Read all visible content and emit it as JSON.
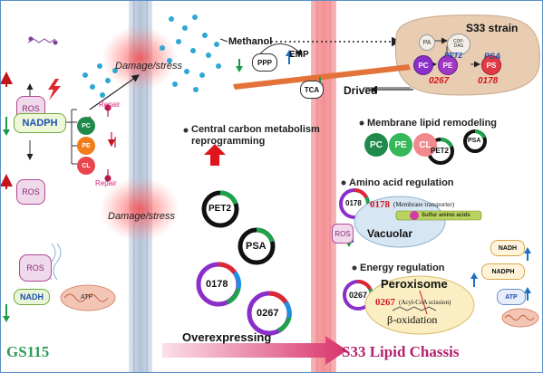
{
  "left": {
    "ros_top": "ROS",
    "ros_mid": "ROS",
    "ros_lower": "ROS",
    "nadph": "NADPH",
    "nadh": "NADH",
    "pc": "PC",
    "pe": "PE",
    "cl": "CL",
    "repair_top": "Repair",
    "repair_bottom": "Repair",
    "atp": "ATP",
    "gs115": "GS115"
  },
  "membrane": {
    "damage_top": "Damage/stress",
    "damage_bottom": "Damage/stress"
  },
  "center": {
    "methanol": "Methanol",
    "ppp": "PPP",
    "emp": "EMP",
    "tca": "TCA",
    "drived": "Drived",
    "ccm_line1": "Central carbon metabolism",
    "ccm_line2": "reprogramming",
    "plasmids": [
      "PET2",
      "PSA",
      "0178",
      "0267"
    ],
    "overexpressing": "Overexpressing"
  },
  "s33": {
    "title": "S33 strain",
    "pa": "PA",
    "cdp_line1": "CDP-",
    "cdp_line2": "DAG",
    "pc": "PC",
    "pe": "PE",
    "ps": "PS",
    "pet2": "PET2",
    "psa": "PSA",
    "g0267": "0267",
    "g0178": "0178"
  },
  "right": {
    "membrane_title": "Membrane lipid remodeling",
    "pc": "PC",
    "pe": "PE",
    "cl": "CL",
    "pet2": "PET2",
    "psa": "PSA",
    "amino_title": "Amino acid regulation",
    "p0178": "0178",
    "t0178_red": "0178",
    "t0178_note": "(Membrane transporter)",
    "sulfur": "Sulfur amino acids",
    "vacuolar": "Vacuolar",
    "ros": "ROS",
    "energy_title": "Energy regulation",
    "p0267": "0267",
    "peroxisome": "Peroxisome",
    "t0267_red": "0267",
    "t0267_note": "(Acyl-CoA scission)",
    "beta_ox": "β-oxidation",
    "nadh": "NADH",
    "nadph": "NADPH",
    "atp": "ATP",
    "chassis": "S33 Lipid Chassis"
  },
  "colors": {
    "membrane_blue": "#c9d4e3",
    "membrane_pink": "#f4a9ad",
    "pc": "#1f8a4c",
    "pe": "#f07c1a",
    "cl": "#e8464e",
    "ps": "#e23a44",
    "ros": "#b24a96",
    "gs115": "#2f9b56",
    "chassis": "#b2226d"
  }
}
